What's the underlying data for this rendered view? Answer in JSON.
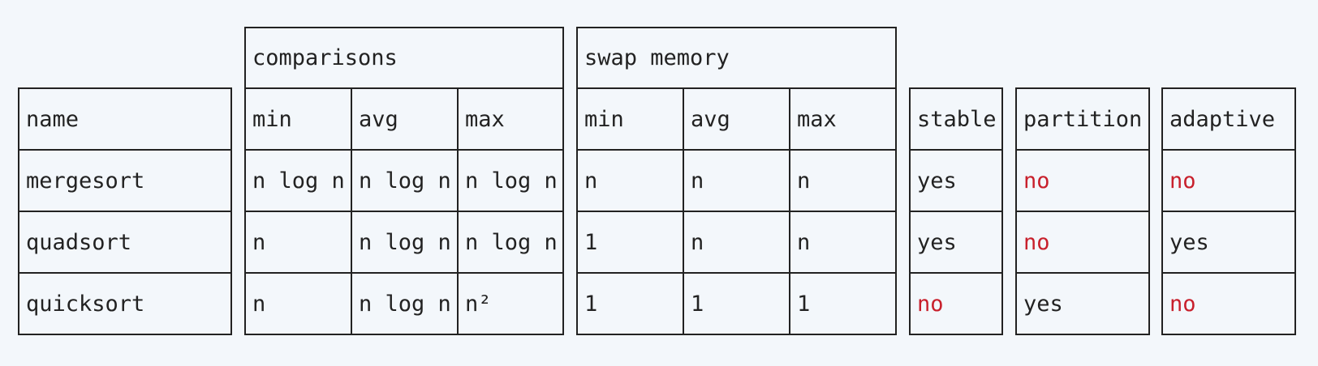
{
  "tables": {
    "name_header": "name",
    "comparisons": {
      "title": "comparisons",
      "cols": [
        "min",
        "avg",
        "max"
      ]
    },
    "swap_memory": {
      "title": "swap memory",
      "cols": [
        "min",
        "avg",
        "max"
      ]
    },
    "stable_header": "stable",
    "partition_header": "partition",
    "adaptive_header": "adaptive",
    "rows": [
      {
        "name": "mergesort",
        "comparisons": [
          "n log n",
          "n log n",
          "n log n"
        ],
        "swap_memory": [
          "n",
          "n",
          "n"
        ],
        "stable": "yes",
        "partition": "no",
        "adaptive": "no"
      },
      {
        "name": "quadsort",
        "comparisons": [
          "n",
          "n log n",
          "n log n"
        ],
        "swap_memory": [
          "1",
          "n",
          "n"
        ],
        "stable": "yes",
        "partition": "no",
        "adaptive": "yes"
      },
      {
        "name": "quicksort",
        "comparisons": [
          "n",
          "n log n",
          "n²"
        ],
        "swap_memory": [
          "1",
          "1",
          "1"
        ],
        "stable": "no",
        "partition": "yes",
        "adaptive": "no"
      }
    ]
  },
  "colors": {
    "negative": "#c8202c",
    "text": "#222222",
    "background": "#f3f7fb"
  }
}
